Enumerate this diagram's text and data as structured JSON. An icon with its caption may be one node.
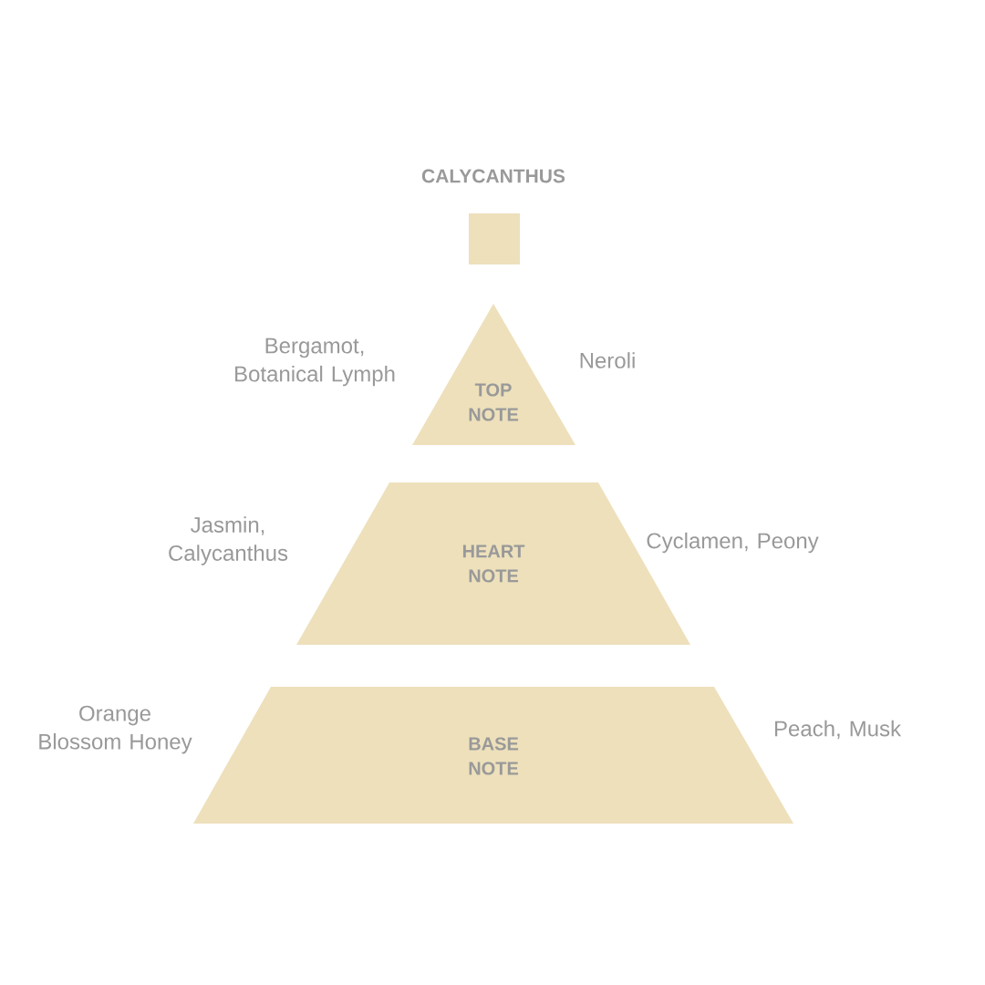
{
  "diagram": {
    "title": "CALYCANTHUS",
    "nodes": [
      {
        "text": [],
        "shape": "box"
      },
      {
        "text": [
          "TOP NOTE"
        ],
        "beside": [
          "Bergamot, Botanical Lymph",
          "Neroli"
        ]
      },
      {
        "text": [
          "HEART NOTE"
        ],
        "beside": [
          "Jasmin, Calycanthus",
          "Cyclamen, Peony"
        ]
      },
      {
        "text": [
          "BASE NOTE"
        ],
        "beside": [
          "Orange Blossom Honey",
          "Peach, Musk"
        ]
      }
    ],
    "edges": []
  }
}
